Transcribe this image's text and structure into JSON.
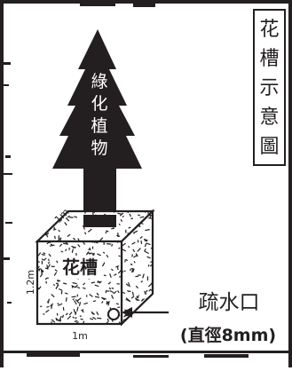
{
  "title": "花槽示意圖",
  "tree_text": "綠化植物",
  "planter_label": "花槽",
  "dims": {
    "top_edge": "1m",
    "side_height": "1.2m",
    "bottom_edge": "1m"
  },
  "drain": {
    "label": "疏水口",
    "spec": "(直徑8mm)"
  },
  "colors": {
    "ink": "#231f20",
    "paper": "#ffffff"
  }
}
